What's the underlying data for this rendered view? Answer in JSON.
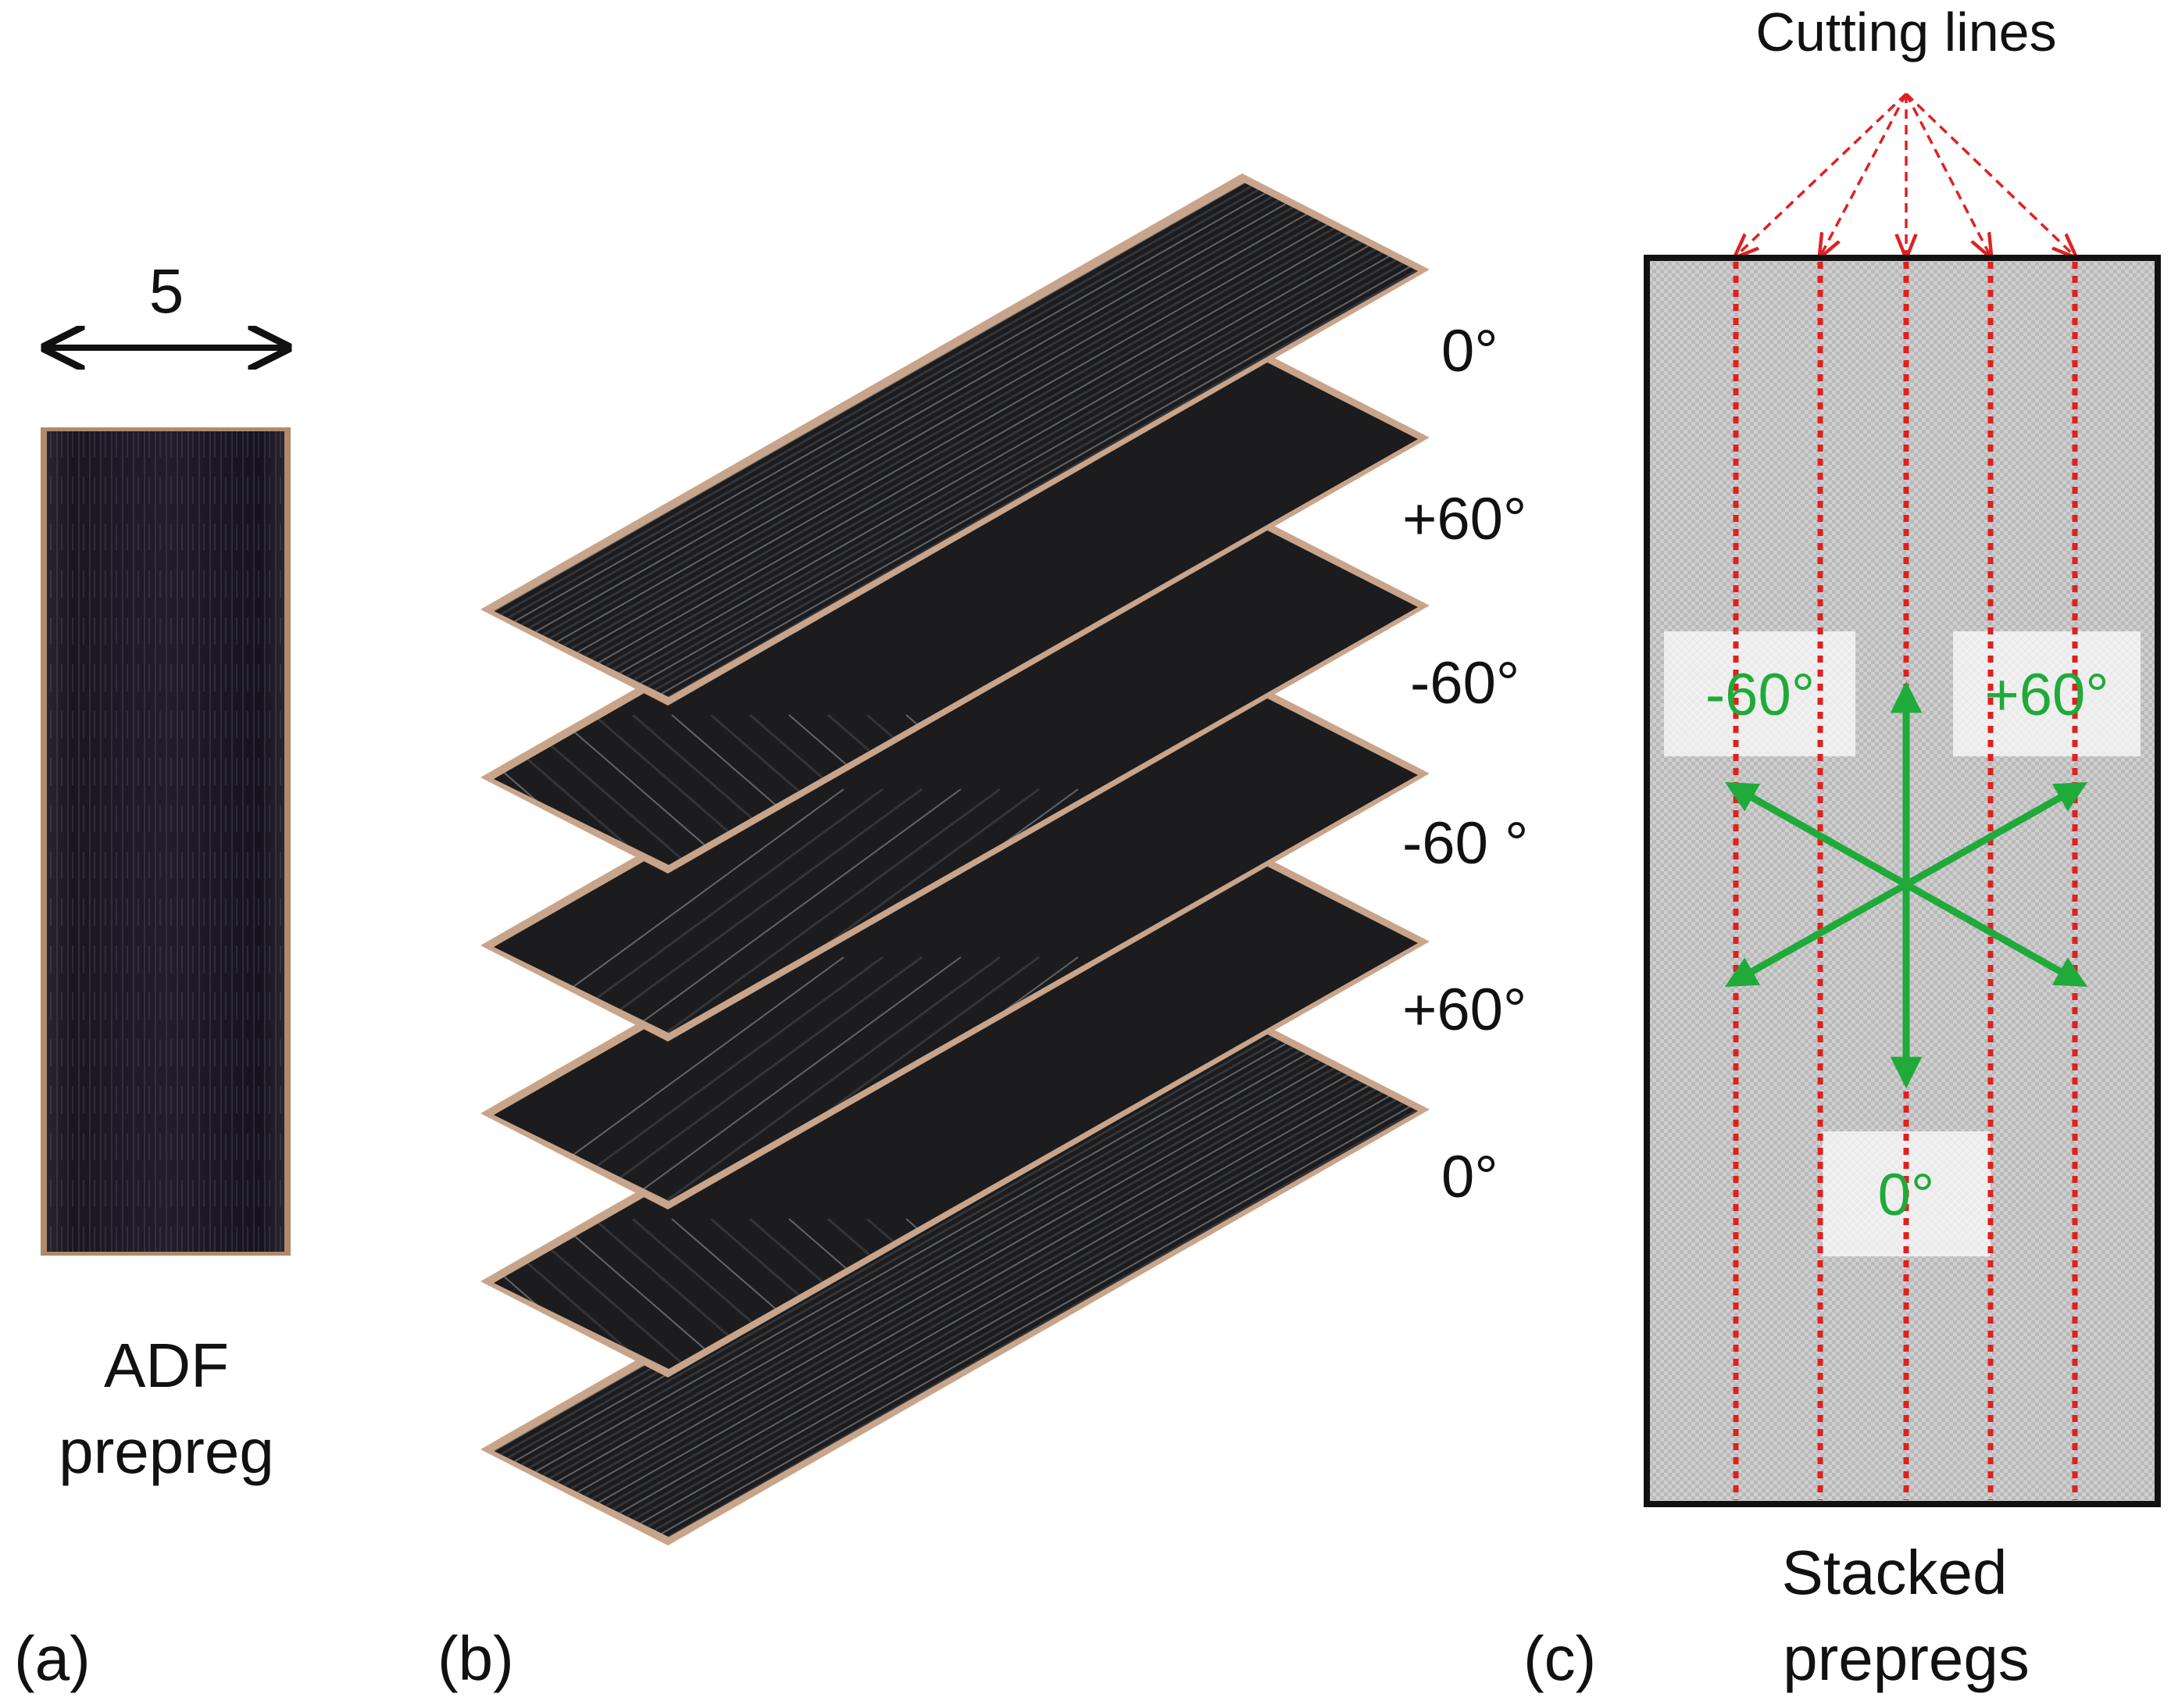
{
  "panel_a": {
    "tag": "(a)",
    "dimension": "5",
    "caption_line1": "ADF",
    "caption_line2": "prepreg"
  },
  "panel_b": {
    "tag": "(b)",
    "ply_angles": [
      "0°",
      "+60°",
      "-60°",
      "-60 °",
      "+60°",
      "0°"
    ]
  },
  "panel_c": {
    "tag": "(c)",
    "cutting_lines_label": "Cutting lines",
    "caption_line1": "Stacked",
    "caption_line2": "prepregs",
    "dir_minus60": "-60°",
    "dir_plus60": "+60°",
    "dir_zero": "0°"
  },
  "colors": {
    "prepreg_dark": "#1c1c1e",
    "prepreg_edge": "#c8a48a",
    "cut_line_red": "#e02020",
    "direction_green": "#1faa3a",
    "stack_gray": "#c4c4c4",
    "text": "#111111"
  }
}
